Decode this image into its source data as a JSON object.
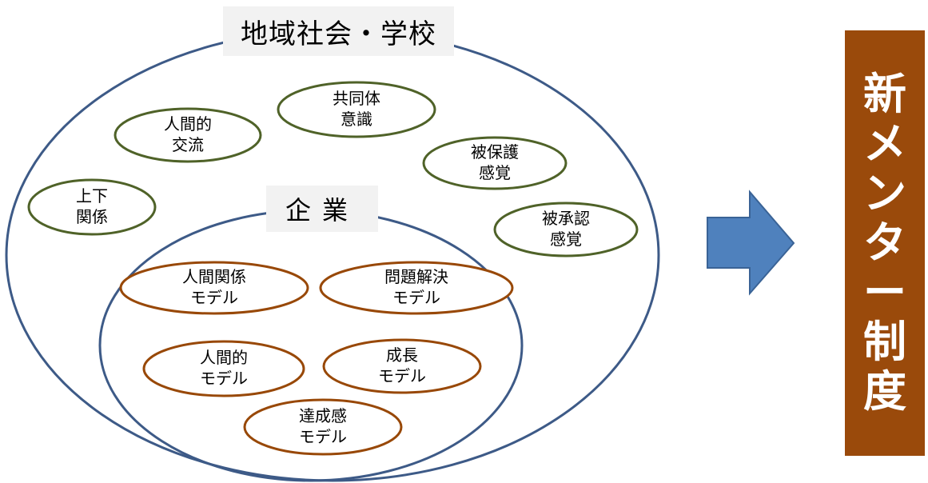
{
  "outer_circle": {
    "title": "地域社会・学校"
  },
  "outer_bubbles": [
    {
      "line1": "共同体",
      "line2": "意識"
    },
    {
      "line1": "人間的",
      "line2": "交流"
    },
    {
      "line1": "被保護",
      "line2": "感覚"
    },
    {
      "line1": "上下",
      "line2": "関係"
    },
    {
      "line1": "被承認",
      "line2": "感覚"
    }
  ],
  "inner_circle": {
    "title": "企業"
  },
  "inner_bubbles": [
    {
      "line1": "人間関係",
      "line2": "モデル"
    },
    {
      "line1": "問題解決",
      "line2": "モデル"
    },
    {
      "line1": "人間的",
      "line2": "モデル"
    },
    {
      "line1": "成長",
      "line2": "モデル"
    },
    {
      "line1": "達成感",
      "line2": "モデル"
    }
  ],
  "result": {
    "label": "新メンター制度"
  },
  "colors": {
    "circle_stroke": "#3d5a87",
    "outer_bubble_stroke": "#4f6228",
    "inner_bubble_stroke": "#984807",
    "arrow_fill": "#4f81bd",
    "result_fill": "#9a4a0b"
  }
}
